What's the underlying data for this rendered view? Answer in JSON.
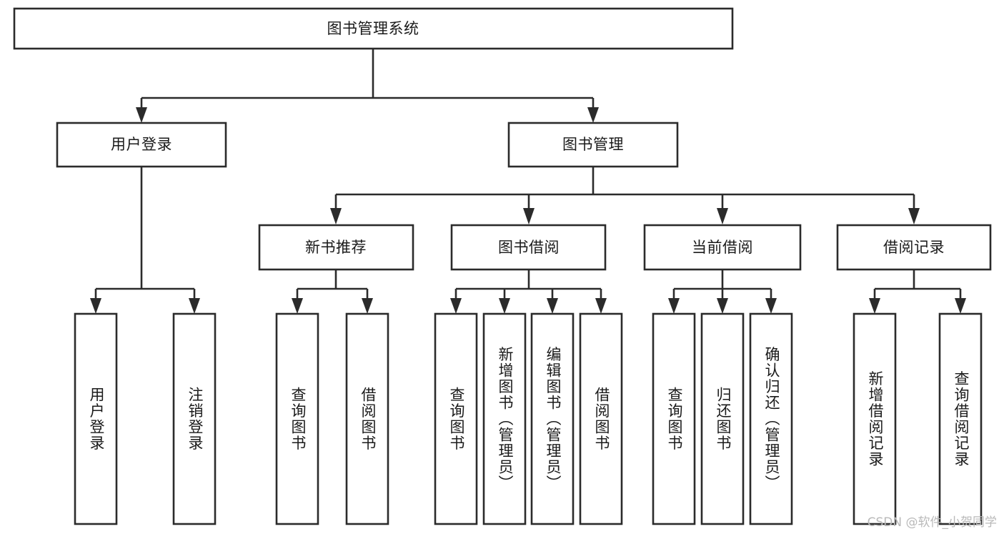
{
  "diagram": {
    "type": "tree-hierarchy-chart",
    "title": "图书管理系统",
    "orientation": "top-down",
    "colors": {
      "box_stroke": "#2b2b2b",
      "box_fill": "#ffffff",
      "connector": "#2b2b2b",
      "text": "#1a1a1a",
      "background": "#ffffff",
      "watermark": "#b9b9b9"
    },
    "levels": {
      "root": "图书管理系统",
      "level2": [
        "用户登录",
        "图书管理"
      ],
      "level3": [
        "新书推荐",
        "图书借阅",
        "当前借阅",
        "借阅记录"
      ],
      "level4_groups": [
        {
          "parent": "用户登录",
          "children": [
            "用户登录",
            "注销登录"
          ]
        },
        {
          "parent": "新书推荐",
          "children": [
            "查询图书",
            "借阅图书"
          ]
        },
        {
          "parent": "图书借阅",
          "children": [
            "查询图书",
            "新增图书（管理员）",
            "编辑图书（管理员）",
            "借阅图书"
          ]
        },
        {
          "parent": "当前借阅",
          "children": [
            "查询图书",
            "归还图书",
            "确认归还（管理员）"
          ]
        },
        {
          "parent": "借阅记录",
          "children": [
            "新增借阅记录",
            "查询借阅记录"
          ]
        }
      ]
    },
    "nodes": {
      "root": {
        "label": "图书管理系统"
      },
      "user_login": {
        "label": "用户登录"
      },
      "book_manage": {
        "label": "图书管理"
      },
      "new_book_rec": {
        "label": "新书推荐"
      },
      "book_borrow": {
        "label": "图书借阅"
      },
      "current_borrow": {
        "label": "当前借阅"
      },
      "borrow_record": {
        "label": "借阅记录"
      },
      "leaf_user_login": {
        "label": "用户登录"
      },
      "leaf_logout": {
        "label": "注销登录"
      },
      "leaf_query_book_a": {
        "label": "查询图书"
      },
      "leaf_borrow_book_a": {
        "label": "借阅图书"
      },
      "leaf_query_book_b": {
        "label": "查询图书"
      },
      "leaf_add_book": {
        "label": "新增图书（管理员）"
      },
      "leaf_edit_book": {
        "label": "编辑图书（管理员）"
      },
      "leaf_borrow_book_b": {
        "label": "借阅图书"
      },
      "leaf_query_book_c": {
        "label": "查询图书"
      },
      "leaf_return_book": {
        "label": "归还图书"
      },
      "leaf_confirm_return": {
        "label": "确认归还（管理员）"
      },
      "leaf_add_record": {
        "label": "新增借阅记录"
      },
      "leaf_query_record": {
        "label": "查询借阅记录"
      }
    }
  },
  "watermark": {
    "text": "CSDN @软件_小贺同学"
  }
}
